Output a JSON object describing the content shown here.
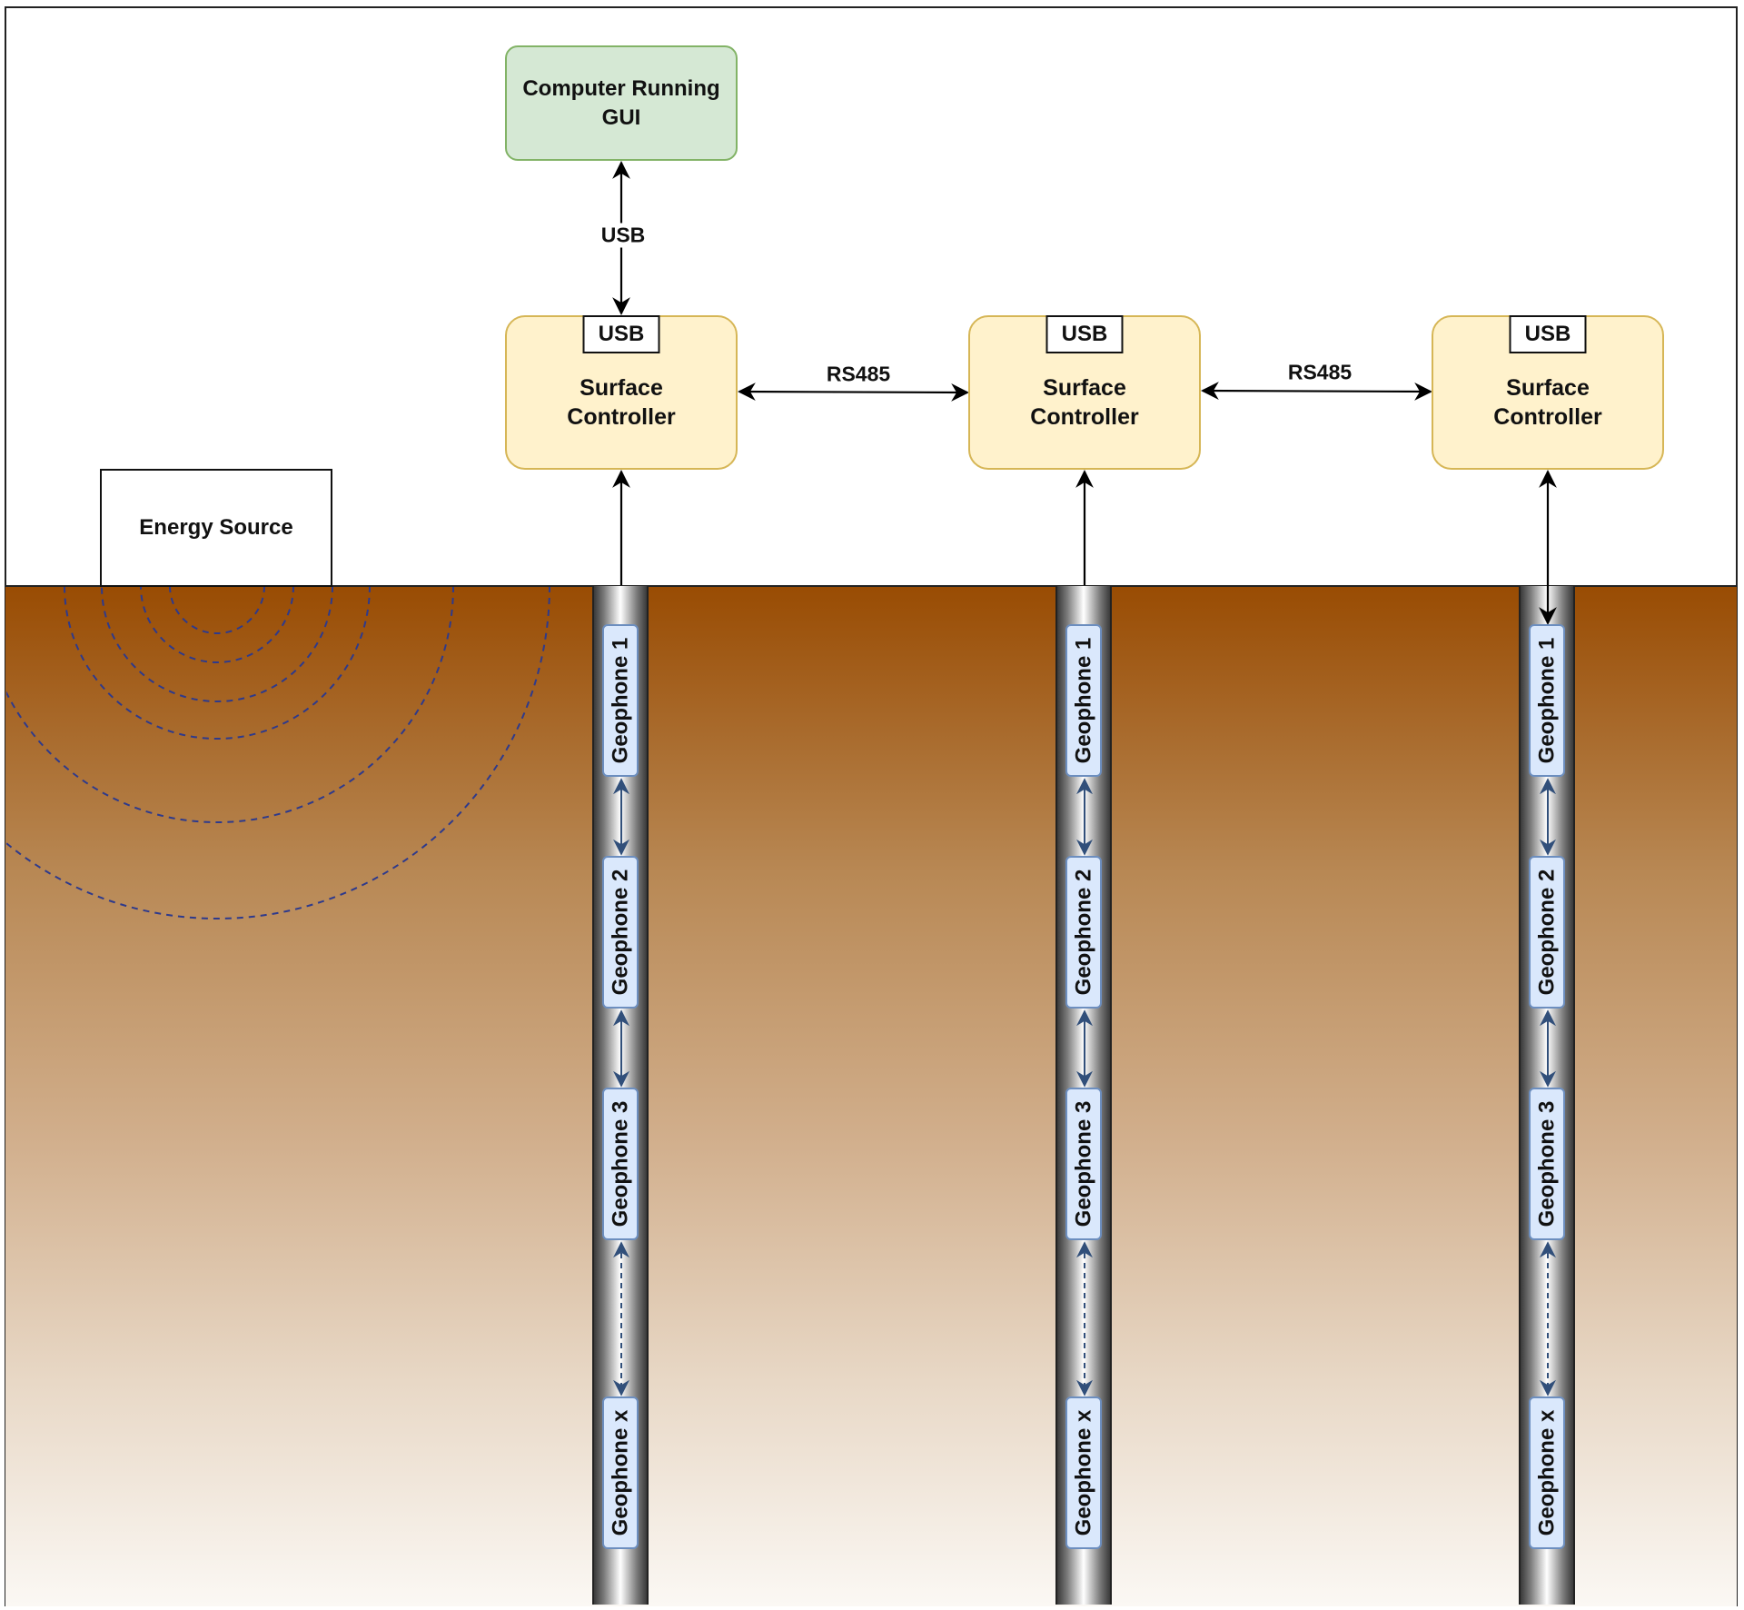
{
  "computer": {
    "label": "Computer Running GUI"
  },
  "links": {
    "usb_label": "USB",
    "rs485_a": "RS485",
    "rs485_b": "RS485"
  },
  "energy_source": {
    "label": "Energy Source"
  },
  "controllers": [
    {
      "tag": "USB",
      "label": "Surface Controller"
    },
    {
      "tag": "USB",
      "label": "Surface Controller"
    },
    {
      "tag": "USB",
      "label": "Surface Controller"
    }
  ],
  "geophones": [
    "Geophone 1",
    "Geophone 2",
    "Geophone 3",
    "Geophone x"
  ],
  "colors": {
    "gui_fill": "#d5e8d4",
    "controller_fill": "#fff2cc",
    "geophone_fill": "#dae8fc",
    "ground_top": "#994c03",
    "wave_stroke": "#2e3a8c"
  }
}
